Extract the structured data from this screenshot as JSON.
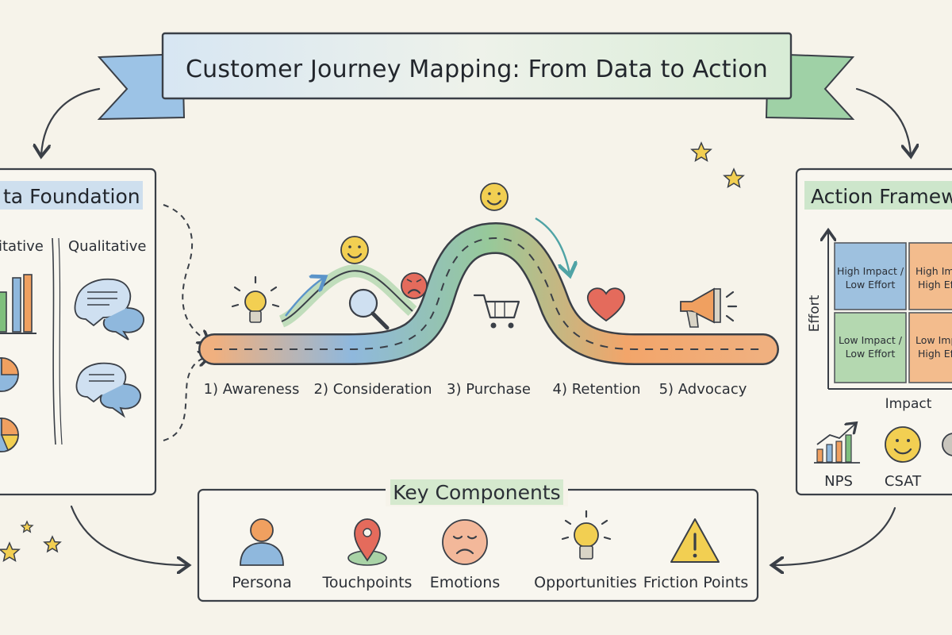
{
  "title": "Customer Journey Mapping: From Data to Action",
  "data_foundation": {
    "title": "ta Foundation",
    "quantitative_label": "itative",
    "qualitative_label": "Qualitative"
  },
  "journey": {
    "stages": [
      "1) Awareness",
      "2) Consideration",
      "3) Purchase",
      "4) Retention",
      "5) Advocacy"
    ]
  },
  "action_framework": {
    "title": "Action Framew",
    "y_axis": "Effort",
    "x_axis": "Impact",
    "cells": {
      "tl_line1": "High Impact /",
      "tl_line2": "Low Effort",
      "tr_line1": "High Imp",
      "tr_line2": "High Eff",
      "bl_line1": "Low Impact /",
      "bl_line2": "Low Effort",
      "br_line1": "Low Imp",
      "br_line2": "High Eff"
    },
    "metrics": [
      "NPS",
      "CSAT"
    ]
  },
  "key_components": {
    "title": "Key Components",
    "items": [
      "Persona",
      "Touchpoints",
      "Emotions",
      "Opportunities",
      "Friction Points"
    ]
  },
  "colors": {
    "background": "#f6f3ea",
    "blue": "#8fb8dd",
    "green": "#a9d3a6",
    "orange": "#f3b27c",
    "red": "#e46b5c",
    "yellow": "#f2cf52",
    "ink": "#2b2f36"
  }
}
